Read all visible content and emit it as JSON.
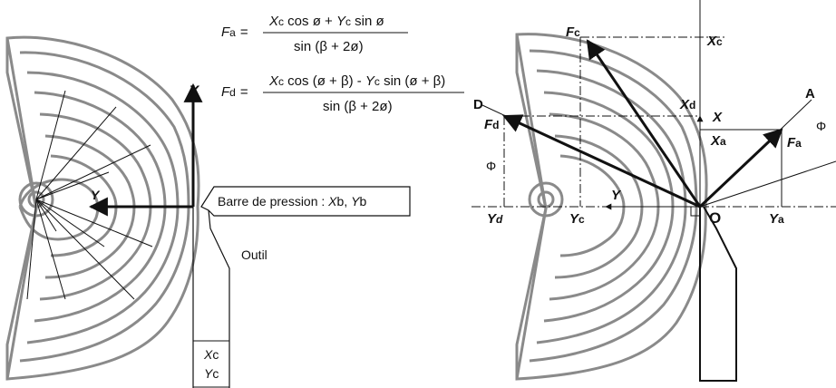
{
  "formulas": {
    "fa": {
      "lhs_main": "F",
      "lhs_sub": "a",
      "eq": "=",
      "num_x": "X",
      "num_x_sub": "c",
      "num_rest": " cos ø + ",
      "num_y": "Y",
      "num_y_sub": "c",
      "num_end": " sin ø",
      "den": "sin (β + 2ø)"
    },
    "fd": {
      "lhs_main": "F",
      "lhs_sub": "d",
      "eq": "=",
      "num_x": "X",
      "num_x_sub": "c",
      "num_mid": " cos (ø + β) - ",
      "num_y": "Y",
      "num_y_sub": "c",
      "num_end": " sin (ø + β)",
      "den": "sin (β + 2ø)"
    }
  },
  "left_diagram": {
    "axis_x": "X",
    "axis_y": "Y",
    "pressure_bar_prefix": "Barre de pression : ",
    "pressure_bar_xb": "X",
    "pressure_bar_xb_sub": "b",
    "pressure_bar_comma": ", ",
    "pressure_bar_yb": "Y",
    "pressure_bar_yb_sub": "b",
    "tool_label": "Outil",
    "xc_main": "X",
    "xc_sub": "c",
    "yc_main": "Y",
    "yc_sub": "c"
  },
  "right_diagram": {
    "fc_main": "F",
    "fc_sub": "c",
    "xc_main": "X",
    "xc_sub": "c",
    "xd_main": "X",
    "xd_sub": "d",
    "x_axis": "X",
    "xa_main": "X",
    "xa_sub": "a",
    "d_label": "D",
    "fd_main": "F",
    "fd_sub": "d",
    "a_label": "A",
    "fa_main": "F",
    "fa_sub": "a",
    "phi_left": "Φ",
    "phi_right": "Φ",
    "y_axis": "Y",
    "yd_main": "Y",
    "yd_sub": "d",
    "yc_main": "Y",
    "yc_sub": "c",
    "origin": "O",
    "ya_main": "Y",
    "ya_sub": "a"
  },
  "colors": {
    "rings": "#8a8a8a",
    "ink": "#111111"
  }
}
